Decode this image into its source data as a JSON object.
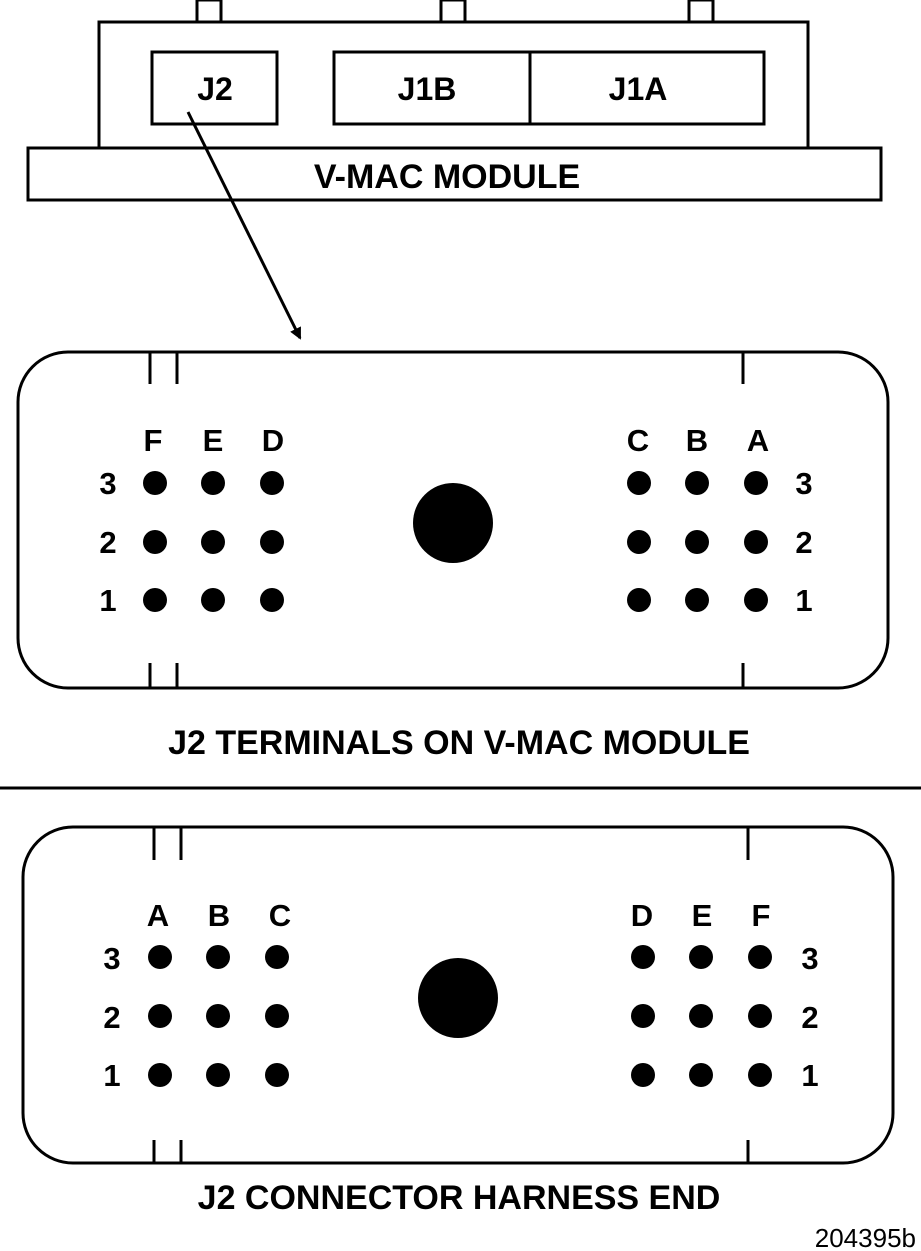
{
  "module": {
    "title": "V-MAC MODULE",
    "connectors": [
      "J2",
      "J1B",
      "J1A"
    ]
  },
  "terminals_view": {
    "caption": "J2 TERMINALS ON V-MAC MODULE",
    "left_columns": [
      "F",
      "E",
      "D"
    ],
    "right_columns": [
      "C",
      "B",
      "A"
    ],
    "rows": [
      "3",
      "2",
      "1"
    ]
  },
  "harness_view": {
    "caption": "J2 CONNECTOR HARNESS END",
    "left_columns": [
      "A",
      "B",
      "C"
    ],
    "right_columns": [
      "D",
      "E",
      "F"
    ],
    "rows": [
      "3",
      "2",
      "1"
    ]
  },
  "figure_id": "204395b",
  "colors": {
    "line": "#000000",
    "background": "#ffffff"
  }
}
